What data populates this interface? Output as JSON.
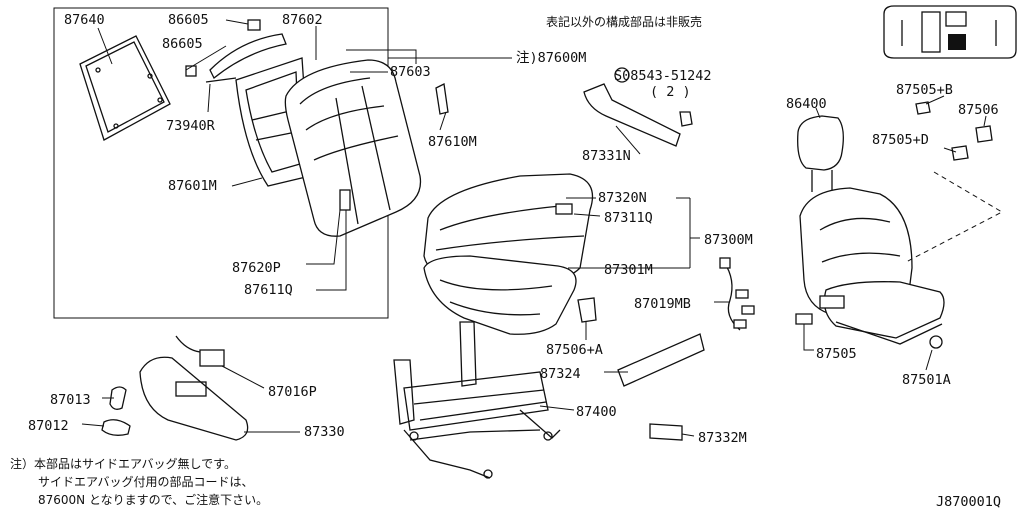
{
  "labels": {
    "p87640": "87640",
    "p86605a": "86605",
    "p87602": "87602",
    "p86605b": "86605",
    "p87603": "87603",
    "p73940R": "73940R",
    "p87610M": "87610M",
    "p87601M": "87601M",
    "p87620P": "87620P",
    "p87611Q": "87611Q",
    "p87600M": "注)87600M",
    "p0854351242": "S08543-51242",
    "qty2": "( 2 )",
    "p87331N": "87331N",
    "p87320N": "87320N",
    "p87311Q": "87311Q",
    "p87300M": "87300M",
    "p87301M": "87301M",
    "p87019MB": "87019MB",
    "p87506A": "87506+A",
    "p87324": "87324",
    "p87400": "87400",
    "p87332M": "87332M",
    "p86400": "86400",
    "p87505B": "87505+B",
    "p87506": "87506",
    "p87505D": "87505+D",
    "p87505": "87505",
    "p87501A": "87501A",
    "p87013": "87013",
    "p87012": "87012",
    "p87016P": "87016P",
    "p87330": "87330"
  },
  "notes": {
    "header": "表記以外の構成部品は非販売",
    "footnote1": "注）本部品はサイドエアバッグ無しです。",
    "footnote2": "サイドエアバッグ付用の部品コードは、",
    "footnote3": "87600N となりますので、ご注意下さい。",
    "code": "J870001Q"
  }
}
